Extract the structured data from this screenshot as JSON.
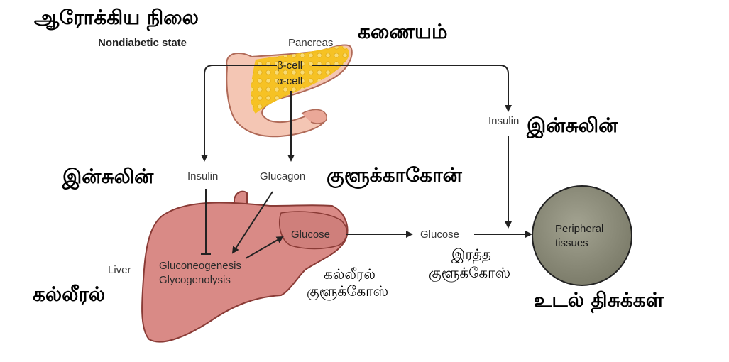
{
  "title_ta": "ஆரோக்கிய நிலை",
  "title_en": "Nondiabetic state",
  "pancreas": {
    "label_en": "Pancreas",
    "label_ta": "கணையம்",
    "beta_cell": "β-cell",
    "alpha_cell": "α-cell"
  },
  "insulin_left": {
    "label_en": "Insulin",
    "label_ta": "இன்சுலின்"
  },
  "glucagon": {
    "label_en": "Glucagon",
    "label_ta": "குளூக்காகோன்"
  },
  "insulin_right": {
    "label_en": "Insulin",
    "label_ta": "இன்சுலின்"
  },
  "liver": {
    "label_en": "Liver",
    "label_ta": "கல்லீரல்",
    "process_1": "Gluconeogenesis",
    "process_2": "Glycogenolysis",
    "glucose_en": "Glucose",
    "glucose_ta_line1": "கல்லீரல்",
    "glucose_ta_line2": "குளூக்கோஸ்"
  },
  "blood_glucose": {
    "label_en": "Glucose",
    "label_ta_line1": "இரத்த",
    "label_ta_line2": "குளூக்கோஸ்"
  },
  "peripheral": {
    "label_en_line1": "Peripheral",
    "label_en_line2": "tissues",
    "label_ta": "உடல் திசுக்கள்"
  },
  "colors": {
    "liver_fill": "#d98a86",
    "liver_stroke": "#8a3b36",
    "pancreas_fill": "#f4c6b4",
    "beta_cell_region": "#f6c21c",
    "tissue_fill": "#8f8f7c",
    "arrow": "#222222"
  }
}
